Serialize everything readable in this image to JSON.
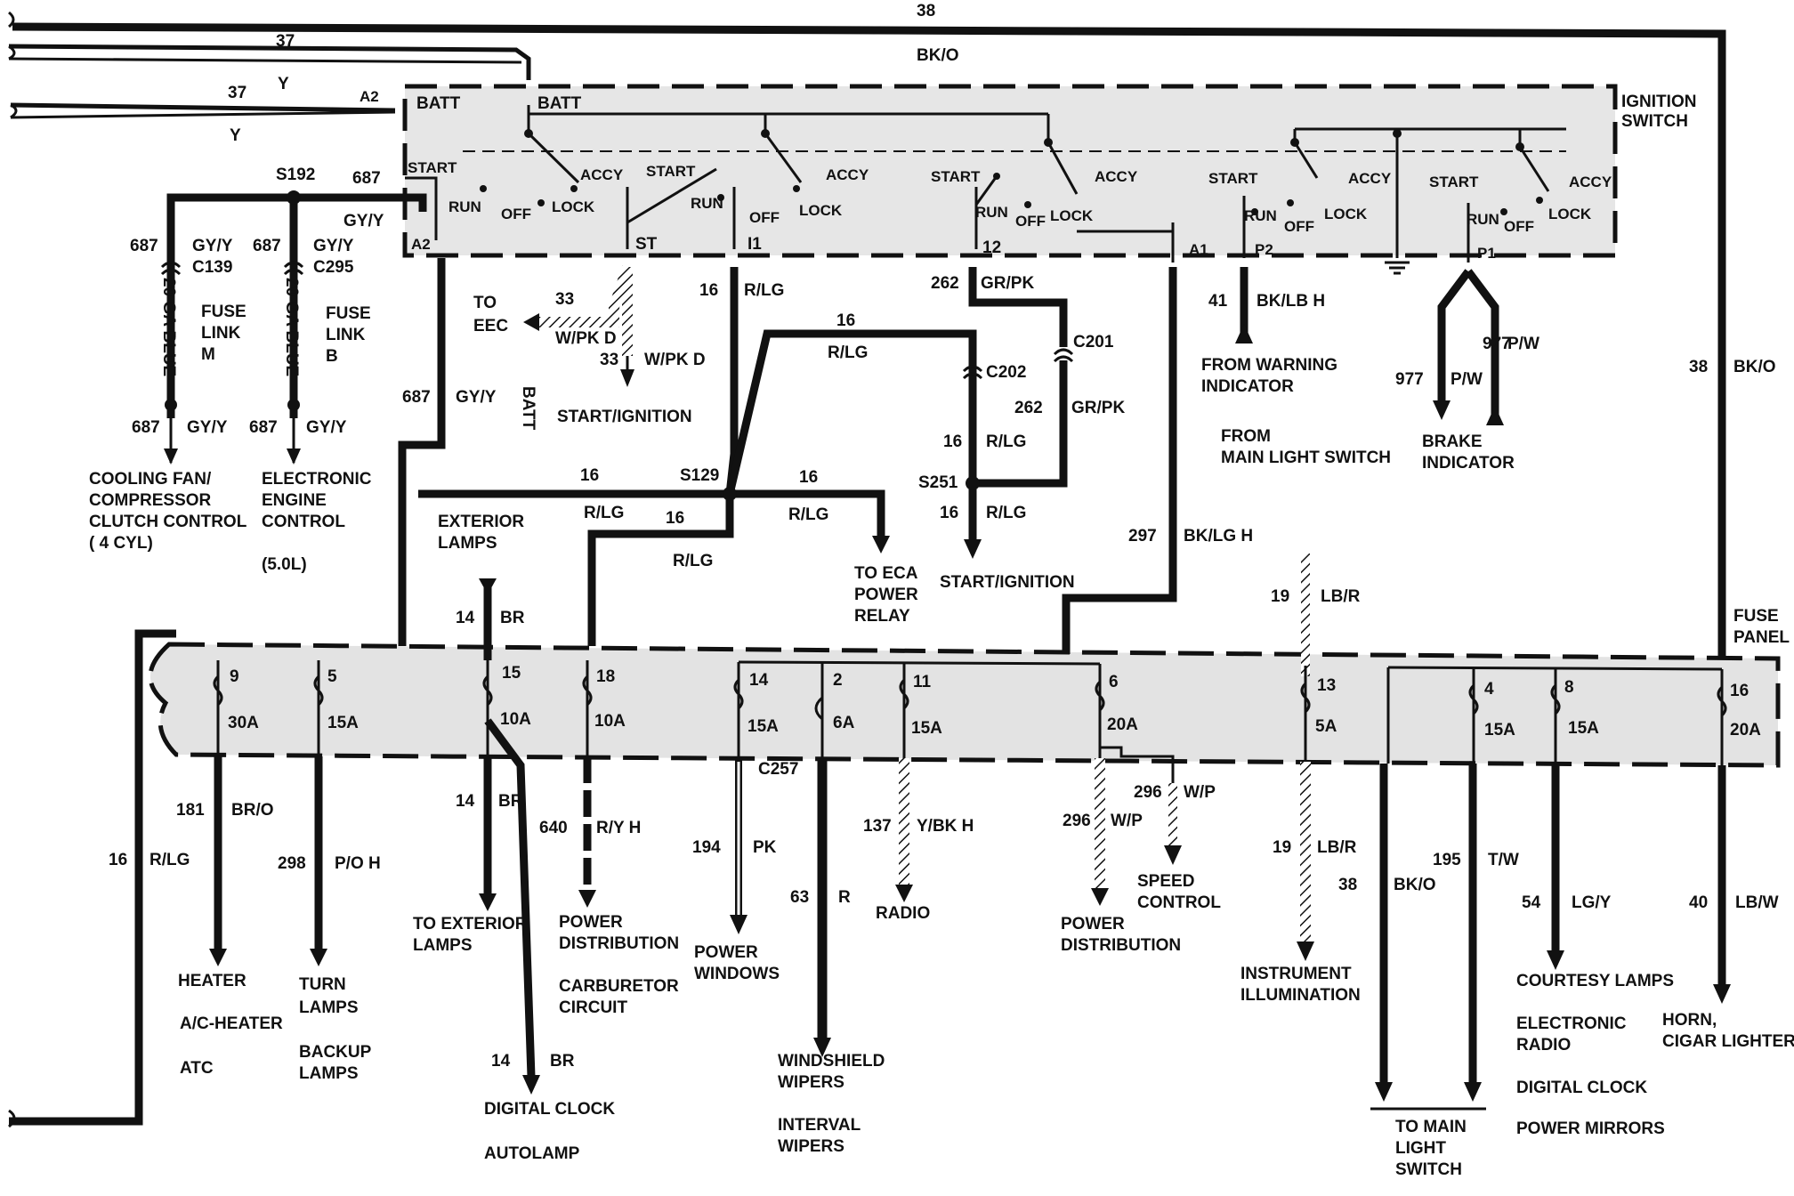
{
  "colors": {
    "ink": "#111111",
    "panel": "#dcdcdc",
    "background": "#ffffff"
  },
  "title_labels": {
    "ignition_switch": [
      "IGNITION",
      "SWITCH"
    ],
    "fuse_panel": [
      "FUSE",
      "PANEL"
    ]
  },
  "top_wires": {
    "w38_num": "38",
    "w38_color": "BK/O",
    "w37a_num": "37",
    "w37b_num": "37",
    "w37_color_a": "Y",
    "w37_color_b": "Y",
    "a2_top": "A2"
  },
  "switch": {
    "batt1": "BATT",
    "batt2": "BATT",
    "groups": [
      {
        "start": "START",
        "run": "RUN",
        "off": "OFF",
        "lock": "LOCK",
        "accy": "ACCY"
      },
      {
        "start": "START",
        "run": "RUN",
        "off": "OFF",
        "lock": "LOCK",
        "accy": "ACCY"
      },
      {
        "start": "START",
        "run": "RUN",
        "off": "OFF",
        "lock": "LOCK",
        "accy": "ACCY"
      },
      {
        "start": "START",
        "run": "RUN",
        "off": "OFF",
        "lock": "LOCK",
        "accy": "ACCY"
      },
      {
        "start": "START",
        "run": "RUN",
        "off": "OFF",
        "lock": "LOCK",
        "accy": "ACCY"
      }
    ],
    "terminals": {
      "a2": "A2",
      "st": "ST",
      "i1": "I1",
      "t12": "12",
      "a1": "A1",
      "p2": "P2",
      "p1": "P1"
    }
  },
  "left_section": {
    "s192": "S192",
    "w687": "687",
    "gy_y": "GY/Y",
    "c139": "C139",
    "c295": "C295",
    "ga_blue": "20 GA BLUE",
    "fuse_link": "FUSE",
    "link_word": "LINK",
    "link_m": "M",
    "link_b": "B",
    "cooling": [
      "COOLING FAN/",
      "COMPRESSOR",
      "CLUTCH CONTROL",
      "( 4 CYL)"
    ],
    "electronic": [
      "ELECTRONIC",
      "ENGINE",
      "CONTROL",
      "(5.0L)"
    ]
  },
  "middle_section": {
    "to_eec": [
      "TO",
      "EEC"
    ],
    "w33": "33",
    "w_pk_d": "W/PK D",
    "batt_vert": "BATT",
    "start_ignition": "START/IGNITION",
    "w16": "16",
    "r_lg": "R/LG",
    "s129": "S129",
    "exterior": [
      "EXTERIOR",
      "LAMPS"
    ],
    "to_eca": [
      "TO ECA",
      "POWER",
      "RELAY"
    ],
    "w262": "262",
    "gr_pk": "GR/PK",
    "c201": "C201",
    "c202": "C202",
    "s251": "S251",
    "start_ignition2": "START/IGNITION"
  },
  "right_section": {
    "w41": "41",
    "bk_lb_h": "BK/LB H",
    "from_warning": [
      "FROM WARNING",
      "INDICATOR"
    ],
    "from_main": [
      "FROM",
      "MAIN LIGHT SWITCH"
    ],
    "w977": "977",
    "p_w": "P/W",
    "brake": [
      "BRAKE",
      "INDICATOR"
    ],
    "w297": "297",
    "bk_lg_h": "BK/LG H",
    "w19": "19",
    "lb_r": "LB/R",
    "w38_right": "38",
    "bk_o_right": "BK/O"
  },
  "fuses": [
    {
      "num": "9",
      "amp": "30A"
    },
    {
      "num": "5",
      "amp": "15A"
    },
    {
      "num": "15",
      "amp": "10A"
    },
    {
      "num": "18",
      "amp": "10A"
    },
    {
      "num": "14",
      "amp": "15A"
    },
    {
      "num": "2",
      "amp": "6A"
    },
    {
      "num": "11",
      "amp": "15A"
    },
    {
      "num": "6",
      "amp": "20A"
    },
    {
      "num": "13",
      "amp": "5A"
    },
    {
      "num": "4",
      "amp": "15A"
    },
    {
      "num": "8",
      "amp": "15A"
    },
    {
      "num": "16",
      "amp": "20A"
    }
  ],
  "w14br_top": {
    "num": "14",
    "color": "BR"
  },
  "c257": "C257",
  "outputs": {
    "left16": {
      "num": "16",
      "color": "R/LG"
    },
    "heater": {
      "num": "181",
      "color": "BR/O",
      "labels": [
        "HEATER",
        "A/C-HEATER",
        "ATC"
      ]
    },
    "turn": {
      "num": "298",
      "color": "P/O H",
      "labels": [
        "TURN",
        "LAMPS",
        "BACKUP",
        "LAMPS"
      ]
    },
    "ext": {
      "num": "14",
      "color": "BR",
      "labels": [
        "TO EXTERIOR",
        "LAMPS"
      ]
    },
    "clock": {
      "num": "14",
      "color": "BR",
      "labels": [
        "DIGITAL CLOCK",
        "AUTOLAMP"
      ]
    },
    "power": {
      "num": "640",
      "color": "R/Y H",
      "labels": [
        "POWER",
        "DISTRIBUTION",
        "CARBURETOR",
        "CIRCUIT"
      ]
    },
    "windows": {
      "num": "194",
      "color": "PK",
      "labels": [
        "POWER",
        "WINDOWS"
      ]
    },
    "wipers": {
      "num": "63",
      "color": "R",
      "labels": [
        "WINDSHIELD",
        "WIPERS",
        "INTERVAL",
        "WIPERS"
      ]
    },
    "radio": {
      "num": "137",
      "color": "Y/BK H",
      "labels": [
        "RADIO"
      ]
    },
    "power2": {
      "num": "296",
      "color": "W/P",
      "labels": [
        "POWER",
        "DISTRIBUTION"
      ]
    },
    "speed": {
      "num": "296",
      "color": "W/P",
      "labels": [
        "SPEED",
        "CONTROL"
      ]
    },
    "instr": {
      "num": "19",
      "color": "LB/R",
      "labels": [
        "INSTRUMENT",
        "ILLUMINATION"
      ]
    },
    "mainsw": {
      "num": "38",
      "color": "BK/O",
      "labels": [
        "TO MAIN",
        "LIGHT",
        "SWITCH"
      ]
    },
    "w195": {
      "num": "195",
      "color": "T/W"
    },
    "courtesy": {
      "num": "54",
      "color": "LG/Y",
      "labels": [
        "COURTESY LAMPS",
        "ELECTRONIC",
        "RADIO",
        "DIGITAL CLOCK",
        "POWER MIRRORS"
      ]
    },
    "horn": {
      "num": "40",
      "color": "LB/W",
      "labels": [
        "HORN,",
        "CIGAR LIGHTER"
      ]
    }
  }
}
